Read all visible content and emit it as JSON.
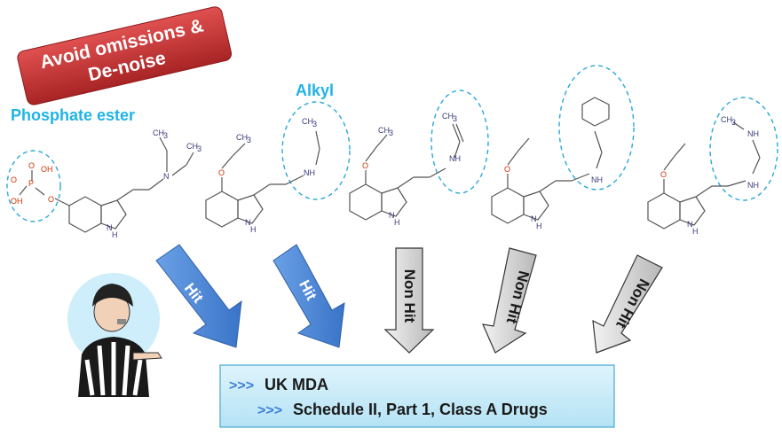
{
  "badge": {
    "line1": "Avoid omissions &",
    "line2": "De-noise"
  },
  "labels": {
    "phosphate": "Phosphate ester",
    "alkyl": "Alkyl"
  },
  "atoms": {
    "ch3": "CH",
    "sub3": "3",
    "n": "N",
    "nh": "NH",
    "h": "H",
    "o": "O",
    "oh": "OH",
    "p": "P"
  },
  "verdicts": [
    {
      "text": "Hit",
      "kind": "hit"
    },
    {
      "text": "Hit",
      "kind": "hit"
    },
    {
      "text": "Non Hit",
      "kind": "nonhit"
    },
    {
      "text": "Non Hit",
      "kind": "nonhit"
    },
    {
      "text": "Non Hit",
      "kind": "nonhit"
    }
  ],
  "result": {
    "arrow": ">>>",
    "line1": "UK MDA",
    "line2": "Schedule II, Part 1, Class A Drugs"
  },
  "colors": {
    "badge": "#c03030",
    "label": "#1fb3e6",
    "hit_arrow": "#4a86d6",
    "nonhit_arrow": "#c8c8c8",
    "result_box": "#c9ecf8",
    "circle": "#2aa8d8"
  },
  "icons": {
    "referee": "referee-icon"
  }
}
